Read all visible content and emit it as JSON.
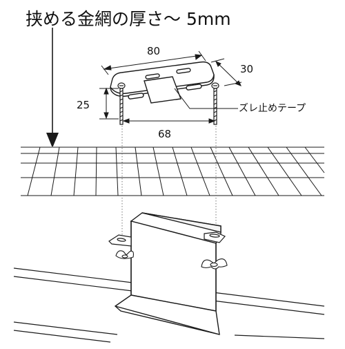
{
  "headline": "挟める金網の厚さ～ 5mm",
  "dimensions": {
    "width_mm": "80",
    "depth_mm": "30",
    "height_mm": "25",
    "screw_pitch_mm": "68"
  },
  "callout_label": "ズレ止めテープ",
  "colors": {
    "line": "#1a1a1a",
    "fill": "#ffffff",
    "panel_fill": "#f4f4f4"
  }
}
